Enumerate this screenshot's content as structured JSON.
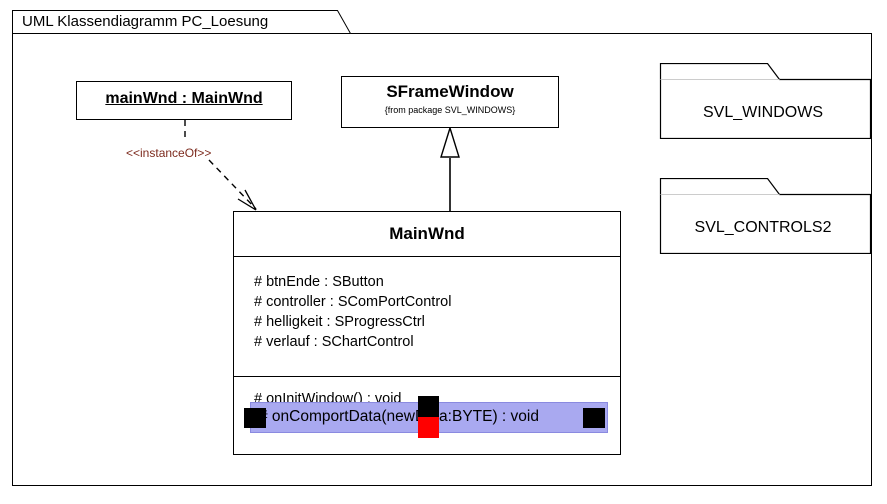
{
  "diagram": {
    "frame_title": "UML Klassendiagramm PC_Loesung"
  },
  "object_box": {
    "name": "mainWnd : MainWnd"
  },
  "sframe_box": {
    "name": "SFrameWindow",
    "package_note": "{from package SVL_WINDOWS}"
  },
  "mainwnd_box": {
    "title": "MainWnd",
    "attributes": [
      "# btnEnde : SButton",
      "# controller : SComPortControl",
      "# helligkeit : SProgressCtrl",
      "# verlauf : SChartControl"
    ],
    "operations": [
      "# onInitWindow() : void",
      "# onComportData(newData:BYTE) : void"
    ]
  },
  "packages": [
    {
      "label": "SVL_WINDOWS"
    },
    {
      "label": "SVL_CONTROLS2"
    }
  ],
  "connectors": {
    "instance_of_label": "<<instanceOf>>",
    "instance_of_color": "#7d2b1e",
    "generalization": "SFrameWindow <|- MainWnd"
  },
  "edit_overlay": {
    "text": "# onComportData(newData:BYTE) : void",
    "fill_color": "#a9a9f0",
    "handle_color": "#000000",
    "active_handle_color": "#ff0000"
  }
}
